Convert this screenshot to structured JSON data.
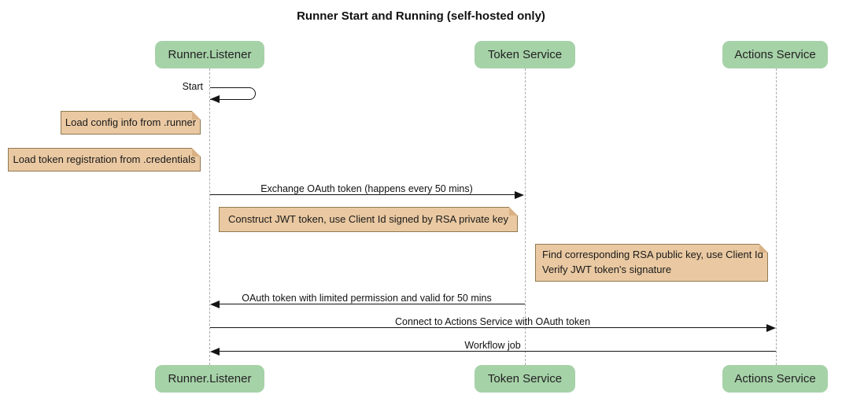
{
  "title": "Runner Start and Running (self-hosted only)",
  "colors": {
    "participant_fill": "#a6d2a8",
    "note_fill": "#eac9a2",
    "note_border": "#8f7a50",
    "lifeline": "#aaaaaa",
    "arrow": "#141414",
    "background": "#ffffff"
  },
  "participants": [
    {
      "label": "Runner.Listener"
    },
    {
      "label": "Token Service"
    },
    {
      "label": "Actions Service"
    }
  ],
  "messages": [
    {
      "type": "self",
      "actor": "Runner.Listener",
      "label": "Start"
    },
    {
      "type": "note",
      "anchor": "left of Runner.Listener",
      "text": "Load config info from .runner"
    },
    {
      "type": "note",
      "anchor": "left of Runner.Listener",
      "text": "Load token registration from .credentials"
    },
    {
      "type": "message",
      "from": "Runner.Listener",
      "to": "Token Service",
      "text": "Exchange OAuth token (happens every 50 mins)"
    },
    {
      "type": "note",
      "anchor": "over Runner.Listener and Token Service",
      "text": "Construct JWT token, use Client Id signed by RSA private key"
    },
    {
      "type": "note",
      "anchor": "left of Actions Service",
      "text": "Find corresponding RSA public key, use Client Id",
      "text2": "Verify JWT token's signature"
    },
    {
      "type": "message",
      "from": "Token Service",
      "to": "Runner.Listener",
      "text": "OAuth token with limited permission and valid for 50 mins"
    },
    {
      "type": "message",
      "from": "Runner.Listener",
      "to": "Actions Service",
      "text": "Connect to Actions Service with OAuth token"
    },
    {
      "type": "message",
      "from": "Actions Service",
      "to": "Runner.Listener",
      "text": "Workflow job"
    }
  ]
}
